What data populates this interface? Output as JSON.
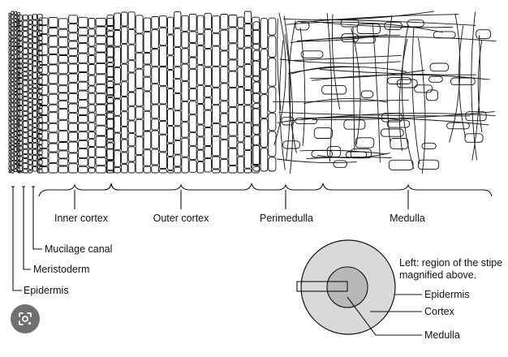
{
  "labels": {
    "inner_cortex": "Inner cortex",
    "outer_cortex": "Outer cortex",
    "perimedulla": "Perimedulla",
    "medulla": "Medulla",
    "mucilage_canal": "Mucilage canal",
    "meristoderm": "Meristoderm",
    "epidermis": "Epidermis"
  },
  "inset": {
    "note_line1": "Left: region of the stipe",
    "note_line2": "magnified above.",
    "epidermis": "Epidermis",
    "cortex": "Cortex",
    "medulla": "Medulla"
  },
  "colors": {
    "line": "#111111",
    "inset_outer_fill": "#d9d9d9",
    "inset_inner_fill": "#b8b8b8",
    "lens_button": "#6f6f6f"
  },
  "icons": {
    "lens_button": "image-search-icon"
  }
}
